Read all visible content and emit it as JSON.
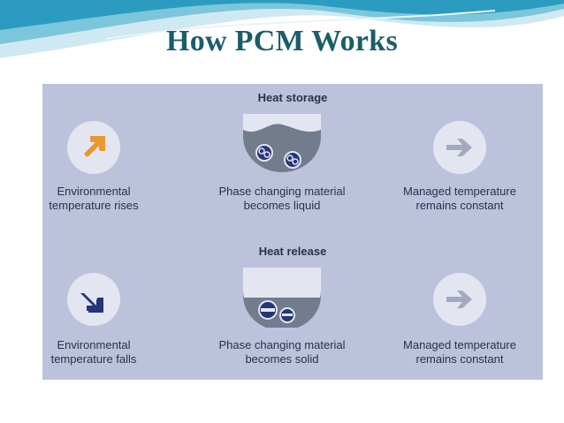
{
  "slide": {
    "title": "How PCM Works"
  },
  "colors": {
    "title": "#1a5d6b",
    "panel": "#bdc2dc",
    "accent_orange": "#e8992e",
    "accent_navy": "#24357a",
    "arrow_gray": "#a3a9bf"
  },
  "storage": {
    "heading": "Heat storage",
    "left": {
      "icon": "arrow-up-right-icon",
      "line1": "Environmental",
      "line2": "temperature rises"
    },
    "middle": {
      "icon": "pcm-liquid-icon",
      "line1": "Phase changing material",
      "line2": "becomes liquid"
    },
    "right": {
      "icon": "arrow-right-icon",
      "line1": "Managed temperature",
      "line2": "remains constant"
    }
  },
  "release": {
    "heading": "Heat release",
    "left": {
      "icon": "arrow-down-right-icon",
      "line1": "Environmental",
      "line2": "temperature falls"
    },
    "middle": {
      "icon": "pcm-solid-icon",
      "line1": "Phase changing material",
      "line2": "becomes solid"
    },
    "right": {
      "icon": "arrow-right-icon",
      "line1": "Managed temperature",
      "line2": "remains constant"
    }
  }
}
